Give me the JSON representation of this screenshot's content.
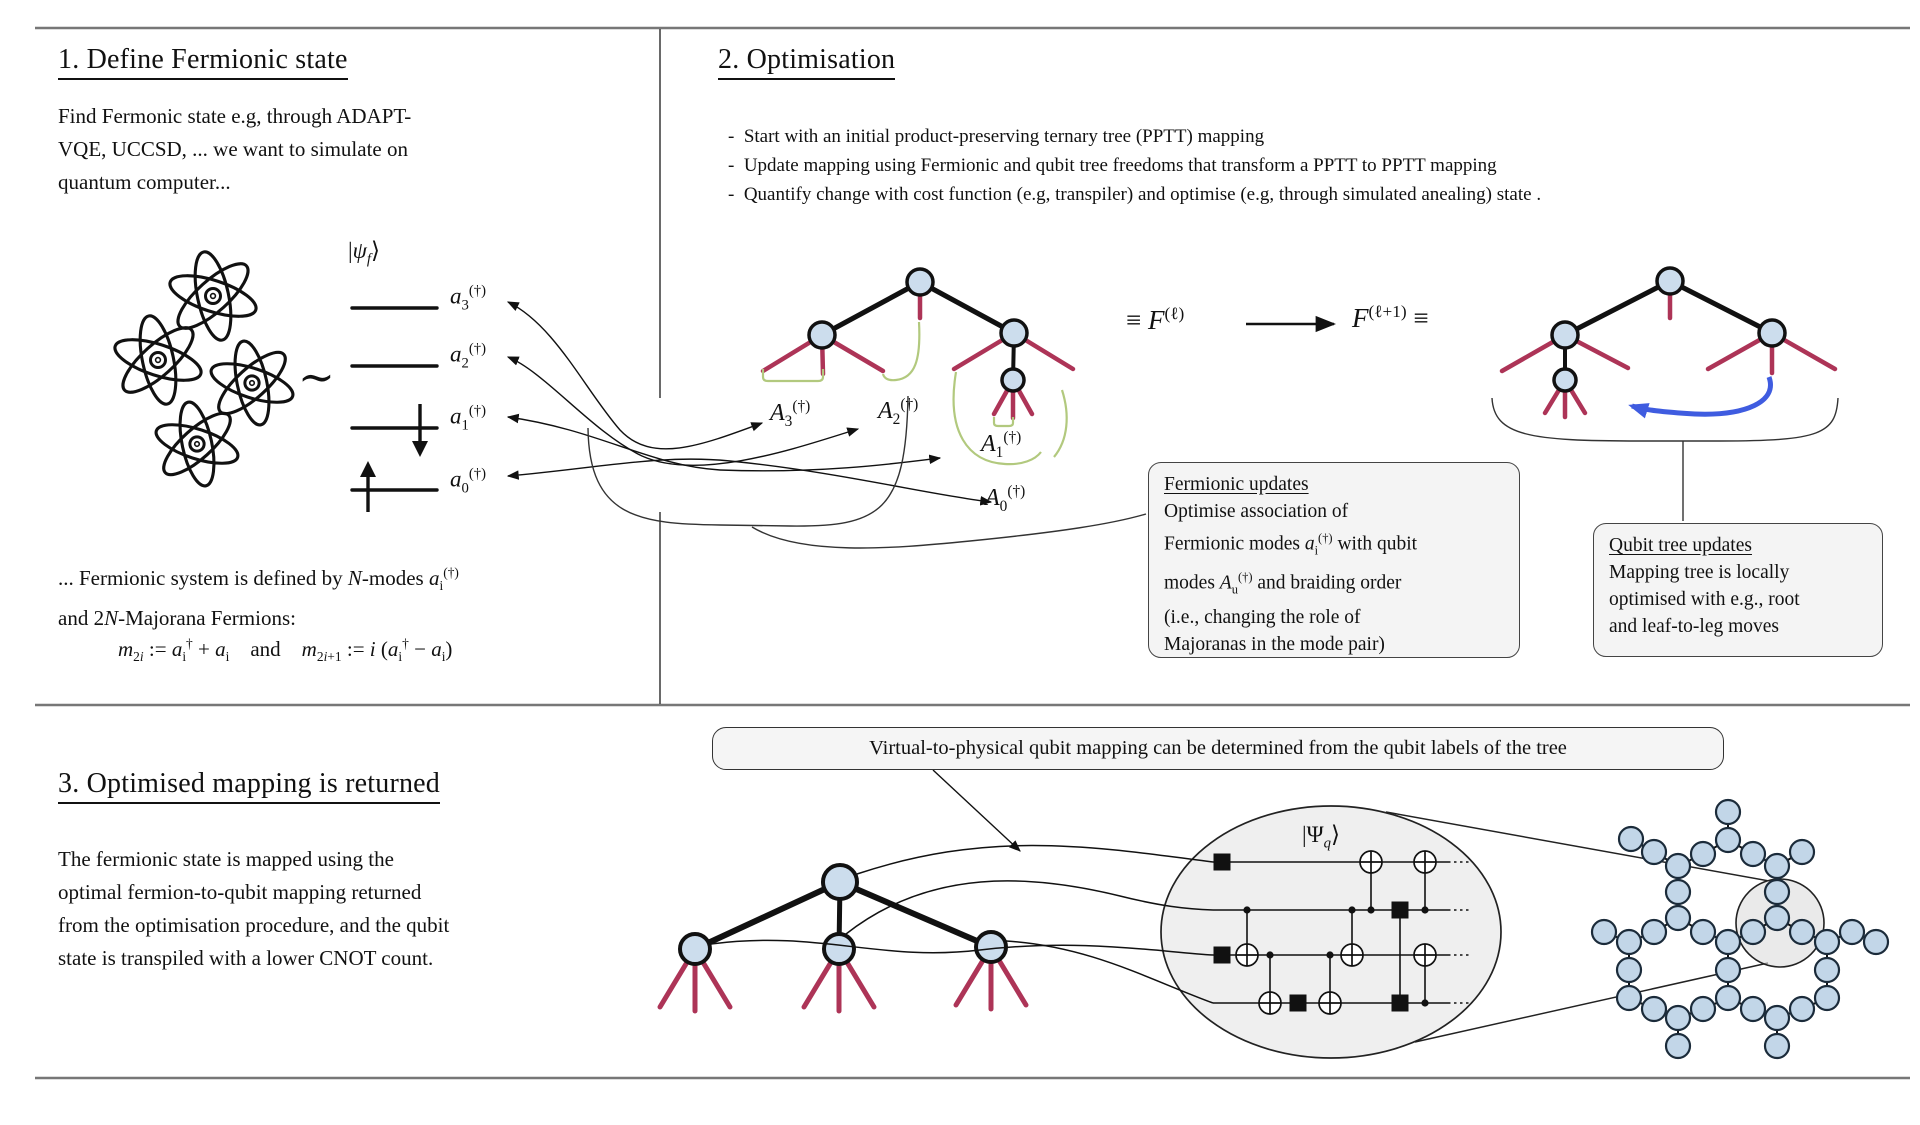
{
  "panel1": {
    "heading": "1. Define Fermionic state",
    "intro": [
      "Find Fermonic state e.g, through ADAPT-",
      "VQE, UCCSD, ... we want to simulate on",
      "quantum computer..."
    ],
    "tilde": "∼",
    "state_ket": "|*ψ*_{*f*}⟩",
    "levels": [
      "*a*_{3}^{(†)}",
      "*a*_{2}^{(†)}",
      "*a*_{1}^{(†)}",
      "*a*_{0}^{(†)}"
    ],
    "system_lines": [
      "... Fermionic system is defined by *N*-modes *a*_{i}^{(†)}",
      "and 2*N*-Majorana Fermions:"
    ],
    "majorana_formula": "*m*_{2*i*} := *a*_{i}^{†} + *a*_{i}    and    *m*_{2*i*+1} := *i* (*a*_{i}^{†} − *a*_{i})"
  },
  "panel2": {
    "heading": "2. Optimisation",
    "bullets": [
      "-  Start with an initial product-preserving ternary tree (PPTT) mapping",
      "-  Update mapping using Fermionic and qubit tree freedoms that transform a PPTT to PPTT mapping",
      "-  Quantify change with cost function (e.g, transpiler) and optimise (e.g, through simulated anealing) state ."
    ],
    "mode_labels": [
      "*A*_{3}^{(†)}",
      "*A*_{2}^{(†)}",
      "*A*_{1}^{(†)}",
      "*A*_{0}^{(†)}"
    ],
    "f_current": "≡ *F*^{(ℓ)}",
    "f_next": "*F*^{(ℓ+1)} ≡",
    "fermionic_box": {
      "title": "Fermionic updates",
      "lines": [
        "Optimise association of",
        "Fermionic modes *a*_{i}^{(†)} with qubit",
        "modes *A*_{u}^{(†)} and braiding order",
        "(i.e., changing the role of",
        "Majoranas in the mode pair)"
      ]
    },
    "qubit_box": {
      "title": "Qubit tree updates",
      "lines": [
        "Mapping tree is locally",
        "optimised with e.g., root",
        "and leaf-to-leg moves"
      ]
    }
  },
  "panel3": {
    "heading": "3. Optimised mapping is returned",
    "body": [
      "The fermionic state is mapped using the",
      "optimal fermion-to-qubit mapping returned",
      "from the optimisation procedure, and the qubit",
      "state is transpiled with a lower CNOT count."
    ],
    "banner": "Virtual-to-physical qubit mapping can be determined from the qubit labels of the tree",
    "circuit_ket": "|Ψ_{*q*}⟩"
  },
  "colors": {
    "leg_crimson": "#ad3457",
    "node_fill": "#ccdded",
    "hex_node_fill": "#c2d6e8",
    "bracket_green": "#b2c97e",
    "move_arrow_blue": "#3f5ce0",
    "box_bg": "#f4f4f4",
    "divider_gray": "#777777"
  }
}
